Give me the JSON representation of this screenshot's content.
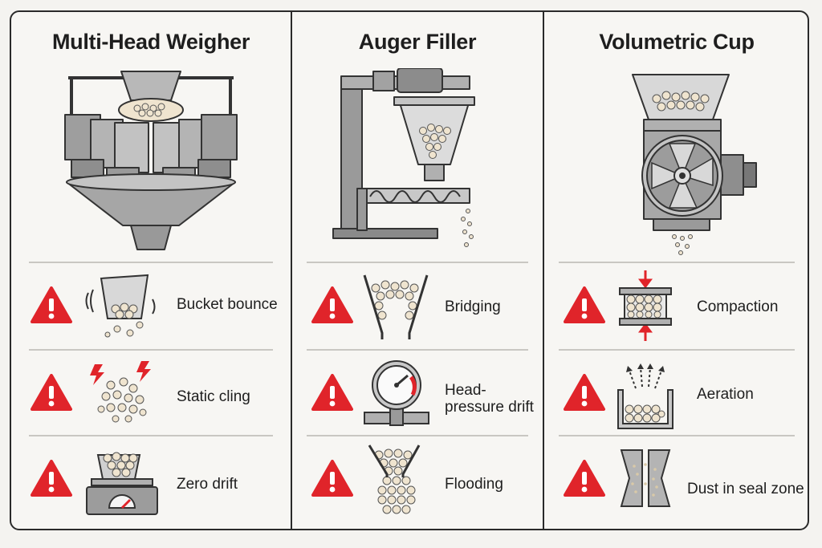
{
  "columns": [
    {
      "title": "Multi-Head Weigher",
      "issues": [
        {
          "label": "Bucket bounce",
          "icon": "bucket-bounce-icon"
        },
        {
          "label": "Static cling",
          "icon": "static-cling-icon"
        },
        {
          "label": "Zero drift",
          "icon": "scale-zero-drift-icon"
        }
      ]
    },
    {
      "title": "Auger Filler",
      "issues": [
        {
          "label": "Bridging",
          "icon": "hopper-bridging-icon"
        },
        {
          "label": "Head-pressure drift",
          "icon": "pressure-gauge-icon"
        },
        {
          "label": "Flooding",
          "icon": "hopper-flooding-icon"
        }
      ]
    },
    {
      "title": "Volumetric Cup",
      "issues": [
        {
          "label": "Compaction",
          "icon": "compaction-icon"
        },
        {
          "label": "Aeration",
          "icon": "aeration-icon"
        },
        {
          "label": "Dust in seal zone",
          "icon": "seal-jaw-dust-icon"
        }
      ]
    }
  ],
  "colors": {
    "warning": "#e0242a",
    "metal": "#a9a9a9",
    "product": "#efe4cf",
    "outline": "#3a3a3a"
  }
}
